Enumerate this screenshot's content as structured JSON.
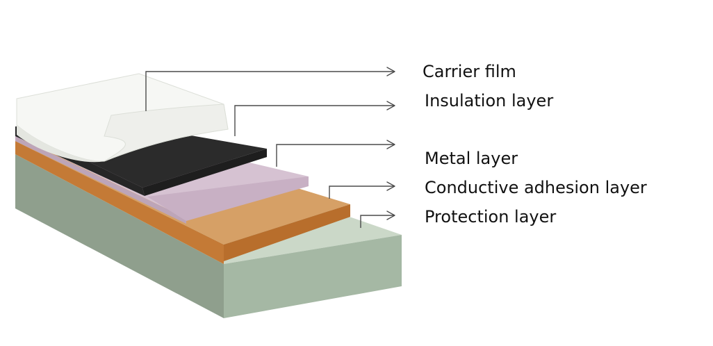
{
  "diagram": {
    "layers": [
      {
        "id": "carrier-film",
        "label": "Carrier film",
        "top_color": "#f6f7f4",
        "front_color": "#eeefeb",
        "side_color": "#e4e6e0"
      },
      {
        "id": "insulation-layer",
        "label": "Insulation layer",
        "top_color": "#2b2b2b",
        "front_color": "#1e1e1e",
        "side_color": "#262626"
      },
      {
        "id": "metal-layer",
        "label": "Metal layer",
        "top_color": "#d6c2d2",
        "front_color": "#c8b0c4",
        "side_color": "#bda5b8"
      },
      {
        "id": "conductive-adhesion-layer",
        "label": "Conductive adhesion layer",
        "top_color": "#d6a066",
        "front_color": "#b86e2c",
        "side_color": "#c47a36"
      },
      {
        "id": "protection-layer",
        "label": "Protection layer",
        "top_color": "#cbd8c8",
        "front_color": "#a5b8a4",
        "side_color": "#8f9f8d"
      }
    ],
    "leader_color": "#4a4a4a"
  }
}
